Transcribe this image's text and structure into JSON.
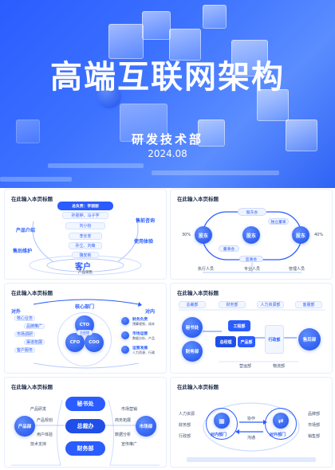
{
  "hero": {
    "title": "高端互联网架构",
    "dept": "研发技术部",
    "date": "2024.08"
  },
  "tile_title": "在此输入本页标题",
  "colors": {
    "accent": "#2a5cff",
    "light": "#eef3ff",
    "dark": "#1f2d4d"
  },
  "t1": {
    "head": "总负责：李丽丽",
    "rows": [
      "孙雯婷、马子学",
      "刘小怡",
      "李长安",
      "孙立、刘薇",
      "魏安新"
    ],
    "left": [
      "产品介绍",
      "售后维护"
    ],
    "right": [
      "售前咨询",
      "使用体验"
    ],
    "customer": "客户",
    "customer_sub": "产品销售"
  },
  "t2": {
    "top_label": "股东会",
    "nodes": [
      "股东",
      "股东",
      "股东"
    ],
    "pct_left": "30%",
    "pct_right": "40%",
    "mid_labels": [
      "独立董事",
      "董事会"
    ],
    "bottom_label": "监事会",
    "foot": [
      "执行人员",
      "专业人员",
      "管理人员"
    ]
  },
  "t3": {
    "left_title": "对外",
    "center_title": "核心部门",
    "right_title": "对内",
    "left_items": [
      "核心业务",
      "品牌推广",
      "市场调研",
      "渠道拓展",
      "客户服务"
    ],
    "core": [
      "CTO",
      "CFO",
      "COO"
    ],
    "core_center": "总经理",
    "right_groups": [
      {
        "title": "财务负责",
        "sub": "预算规划、成本"
      },
      {
        "title": "市场运营",
        "sub": "数据分析、产品"
      },
      {
        "title": "运营发展",
        "sub": "人力资源、行政"
      }
    ]
  },
  "t4": {
    "top": [
      "总裁部",
      "财务部",
      "人力资源部",
      "客服部"
    ],
    "left": [
      "秘书处",
      "财务部"
    ],
    "center_top": "工程部",
    "center_left": "总经理",
    "center_right": "产品部",
    "admin": "行政部",
    "sales": "售后部",
    "bottom": [
      "营运部",
      "物流部"
    ]
  },
  "t5": {
    "top": "秘书处",
    "mid": "总裁办",
    "bottom": "财务部",
    "left_node": "产品部",
    "right_node": "市场部",
    "left_items": [
      "产品研发",
      "产品规划",
      "用户体验",
      "技术支持"
    ],
    "right_items": [
      "市场营销",
      "商务拓展",
      "数据分析",
      "宣传推广"
    ]
  },
  "t6": {
    "left_node": "对内部门",
    "right_node": "对外部门",
    "left_items": [
      "人力资源",
      "财务部",
      "行政部"
    ],
    "right_items": [
      "品牌部",
      "市场部",
      "销售部"
    ],
    "arrow_labels": [
      "协作",
      "沟通"
    ]
  }
}
